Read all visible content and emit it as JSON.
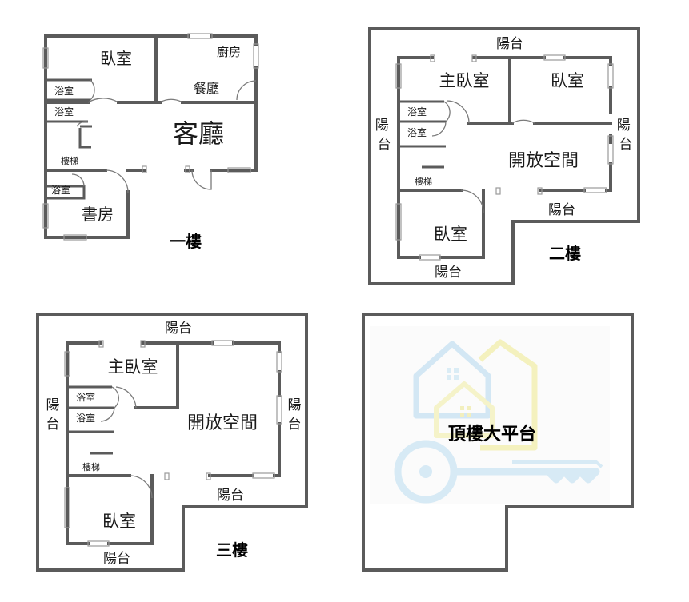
{
  "floor1": {
    "title": "一樓",
    "rooms": {
      "bedroom": "臥室",
      "kitchen": "廚房",
      "dining": "餐廳",
      "living": "客廳",
      "bath1": "浴室",
      "bath2": "浴室",
      "bath3": "浴室",
      "stairs": "樓梯",
      "study": "書房"
    }
  },
  "floor2": {
    "title": "二樓",
    "rooms": {
      "balcony_top": "陽台",
      "master": "主臥室",
      "bedroom": "臥室",
      "balcony_left": "陽台",
      "balcony_right": "陽台",
      "bath1": "浴室",
      "bath2": "浴室",
      "open_space": "開放空間",
      "stairs": "樓梯",
      "balcony_mid": "陽台",
      "bedroom2": "臥室",
      "balcony_bottom": "陽台"
    }
  },
  "floor3": {
    "title": "三樓",
    "rooms": {
      "balcony_top": "陽台",
      "master": "主臥室",
      "balcony_left": "陽台",
      "balcony_right": "陽台",
      "bath1": "浴室",
      "bath2": "浴室",
      "open_space": "開放空間",
      "stairs": "樓梯",
      "balcony_mid": "陽台",
      "bedroom": "臥室",
      "balcony_bottom": "陽台"
    }
  },
  "roof": {
    "title": "頂樓大平台",
    "watermark_icon": "house-key-icon"
  },
  "colors": {
    "wall": "#5b5b5b",
    "text": "#1a1a1a",
    "watermark_blue": "#c9e3f2",
    "watermark_yellow": "#f3f0b5"
  }
}
